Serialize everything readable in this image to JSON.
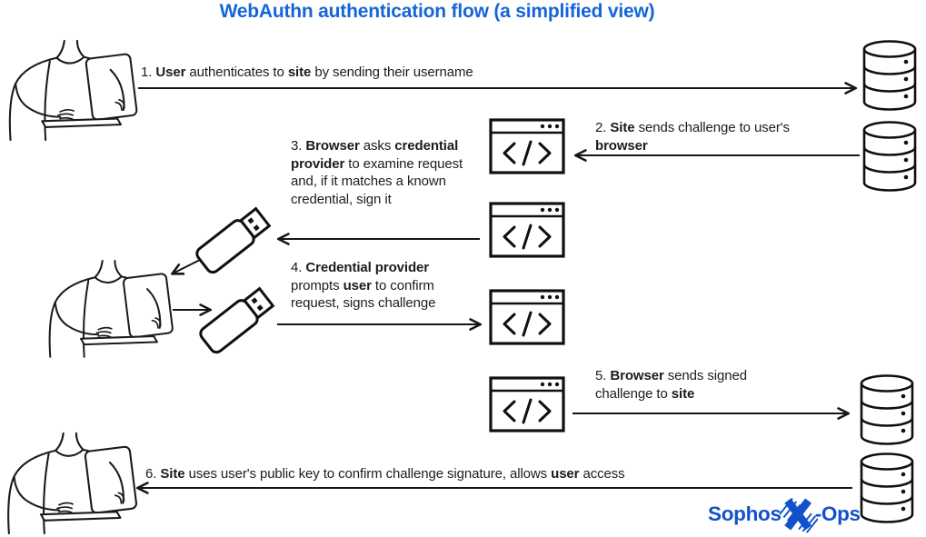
{
  "title": "WebAuthn authentication flow (a simplified view)",
  "colors": {
    "title": "#1565d8",
    "logo": "#1251cc",
    "ink": "#1b1b1b"
  },
  "steps": [
    {
      "name": "step-1",
      "segments": [
        {
          "t": "1. "
        },
        {
          "t": "User",
          "b": true
        },
        {
          "t": " authenticates to "
        },
        {
          "t": "site",
          "b": true
        },
        {
          "t": " by sending their username"
        }
      ]
    },
    {
      "name": "step-2",
      "segments": [
        {
          "t": "2. "
        },
        {
          "t": "Site",
          "b": true
        },
        {
          "t": " sends challenge to user's "
        },
        {
          "t": "browser",
          "b": true
        }
      ]
    },
    {
      "name": "step-3",
      "segments": [
        {
          "t": "3. "
        },
        {
          "t": "Browser",
          "b": true
        },
        {
          "t": " asks "
        },
        {
          "t": "credential provider",
          "b": true
        },
        {
          "t": " to examine request and, if it matches a known credential, sign it"
        }
      ]
    },
    {
      "name": "step-4",
      "segments": [
        {
          "t": "4. "
        },
        {
          "t": "Credential provider",
          "b": true
        },
        {
          "t": " prompts "
        },
        {
          "t": "user",
          "b": true
        },
        {
          "t": " to confirm request, signs challenge"
        }
      ]
    },
    {
      "name": "step-5",
      "segments": [
        {
          "t": "5. "
        },
        {
          "t": "Browser",
          "b": true
        },
        {
          "t": " sends signed challenge to "
        },
        {
          "t": "site",
          "b": true
        }
      ]
    },
    {
      "name": "step-6",
      "segments": [
        {
          "t": "6. "
        },
        {
          "t": "Site",
          "b": true
        },
        {
          "t": " uses user's public key to confirm challenge signature, allows "
        },
        {
          "t": "user",
          "b": true
        },
        {
          "t": " access"
        }
      ]
    }
  ],
  "logo": {
    "part1": "Sophos",
    "part2": "-Ops"
  },
  "icons": {
    "person": "person-with-laptop-icon",
    "database": "database-icon",
    "browser": "browser-window-code-icon",
    "usb_key": "usb-security-key-icon",
    "logo_x": "sophos-x-icon"
  }
}
